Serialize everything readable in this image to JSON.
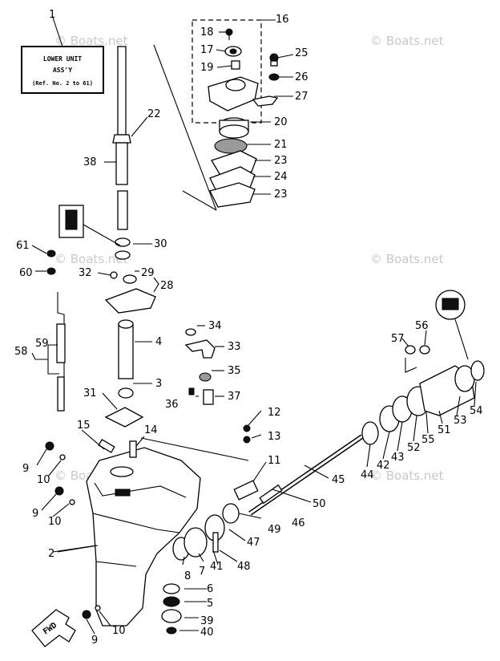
{
  "title_box": {
    "line1": "LOWER UNIT",
    "line2": "ASS'Y",
    "line3": "(Ref. No. 2 to 61)"
  },
  "watermarks": [
    "© Boats.net",
    "© Boats.net",
    "© Boats.net",
    "© Boats.net",
    "© Boats.net",
    "© Boats.net"
  ],
  "fwd_label": "FWD",
  "callouts": [
    "1",
    "2",
    "3",
    "4",
    "5",
    "6",
    "7",
    "8",
    "9",
    "9",
    "9",
    "10",
    "10",
    "10",
    "11",
    "12",
    "13",
    "14",
    "15",
    "16",
    "17",
    "18",
    "19",
    "20",
    "21",
    "22",
    "23",
    "23",
    "24",
    "25",
    "26",
    "27",
    "28",
    "29",
    "30",
    "31",
    "32",
    "33",
    "34",
    "35",
    "36",
    "37",
    "38",
    "39",
    "40",
    "41",
    "42",
    "43",
    "44",
    "45",
    "46",
    "47",
    "48",
    "49",
    "50",
    "51",
    "52",
    "53",
    "54",
    "55",
    "56",
    "57",
    "58",
    "59",
    "60",
    "61"
  ]
}
